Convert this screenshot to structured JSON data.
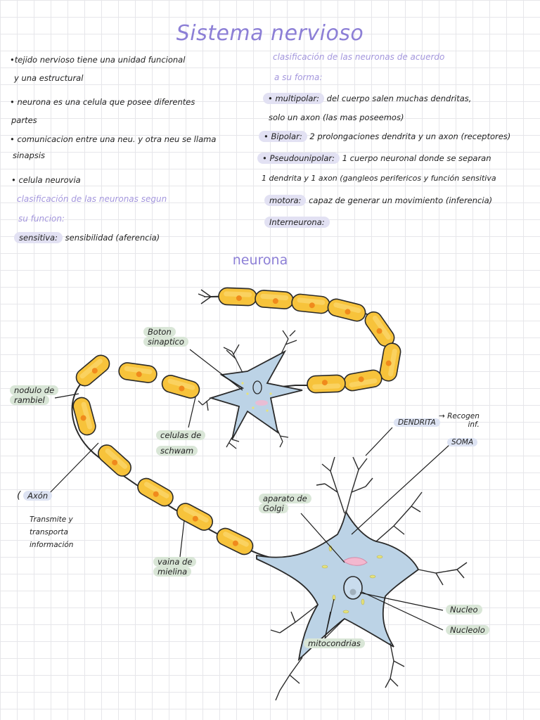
{
  "title": "Sistema nervioso",
  "left_notes": [
    "•tejido nervioso tiene una unidad funcional",
    "y una estructural",
    "• neurona es una celula que posee diferentes",
    "partes",
    "• comunicacion entre una neu. y otra neu se llama",
    "sinapsis",
    "• celula neurovia"
  ],
  "function_heading": [
    "clasificación de las neuronas segun",
    "su funcion:"
  ],
  "sensitiva": {
    "term": "sensitiva:",
    "text": "sensibilidad    (aferencia)"
  },
  "form_heading": [
    "clasificación de las neuronas de acuerdo",
    "a su forma:"
  ],
  "multipolar": {
    "term": "• multipolar:",
    "text": "del cuerpo salen  muchas dendritas,",
    "line2": "solo un axon  (las mas poseemos)"
  },
  "bipolar": {
    "term": "• Bipolar:",
    "text": "2 prolongaciones dendrita y un axon (receptores)"
  },
  "pseudo": {
    "term": "• Pseudounipolar:",
    "text": "1 cuerpo neuronal donde se separan",
    "line2": "1 dendrita y 1 axon (gangleos perifericos y función sensitiva"
  },
  "motora": {
    "term": "motora:",
    "text": "capaz de generar un movimiento (inferencia)"
  },
  "interneurona": {
    "term": "Interneurona:"
  },
  "diagram_title": "neurona",
  "labels": {
    "boton": [
      "Boton",
      "sinaptico"
    ],
    "nodulo": [
      "nodulo de",
      "rambiel"
    ],
    "schwann": [
      "celulas de",
      "schwam"
    ],
    "axon": "Axón",
    "axon_desc": [
      "Transmite y",
      "transporta",
      "información"
    ],
    "vaina": [
      "vaina de",
      "mielina"
    ],
    "dendrita": "DENDRITA",
    "dendrita_note": [
      "→ Recogen",
      "inf."
    ],
    "soma": "SOMA",
    "golgi": [
      "aparato de",
      "Golgi"
    ],
    "nucleo": "Nucleo",
    "nucleolo": "Nucleolo",
    "mitocondrias": "mitocondrias"
  },
  "colors": {
    "myelin": "#f7c33b",
    "myelin_edge": "#b88a12",
    "cell": "#bcd3e6",
    "accent": "#8c7fd6",
    "label_green": "#d9e6d7",
    "label_purple": "#e2e1f3"
  }
}
